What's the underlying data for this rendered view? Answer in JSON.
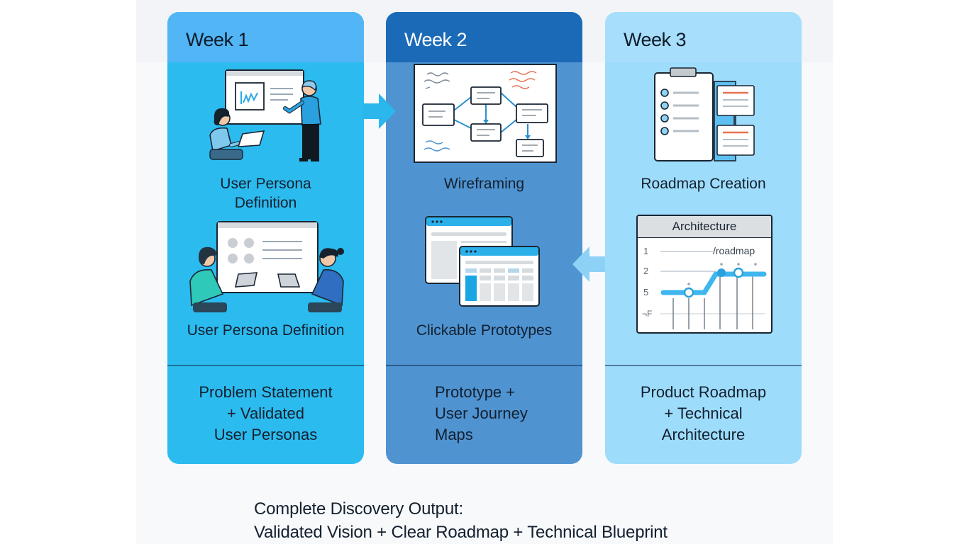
{
  "weeks": [
    {
      "title": "Week 1",
      "activities": [
        "User Persona Definition",
        "User Persona Definition"
      ],
      "activity_1_lines": [
        "User Persona",
        "Definition"
      ],
      "deliverable_lines": [
        "Problem Statement",
        "+ Validated",
        "User Personas"
      ],
      "icons": [
        "presentation-icon",
        "collaboration-icon"
      ]
    },
    {
      "title": "Week 2",
      "activities": [
        "Wireframing",
        "Clickable Prototypes"
      ],
      "deliverable_lines": [
        "Prototype +",
        "User Journey",
        "Maps"
      ],
      "icons": [
        "wireframe-icon",
        "prototype-windows-icon"
      ]
    },
    {
      "title": "Week 3",
      "activities": [
        "Roadmap Creation",
        "Architecture"
      ],
      "architecture_panel": {
        "title": "Architecture",
        "row_labels": [
          "1",
          "2",
          "5",
          "¬F"
        ],
        "route_label": "/roadmap"
      },
      "deliverable_lines": [
        "Product Roadmap",
        "+ Technical",
        "Architecture"
      ],
      "icons": [
        "clipboard-checklist-icon",
        "architecture-chart-icon"
      ]
    }
  ],
  "flow": {
    "arrow_1_2": "right",
    "arrow_3_2": "left"
  },
  "footer": {
    "line1": "Complete Discovery Output:",
    "line2": "Validated Vision + Clear Roadmap + Technical Blueprint"
  },
  "colors": {
    "week1_body": "#2bbbef",
    "week1_header": "#52b5f5",
    "week2_body": "#4f93d1",
    "week2_header": "#1b6ab8",
    "week3_body": "#9edcfb",
    "week3_header": "#a6defb",
    "accent_orange": "#e8714f"
  }
}
